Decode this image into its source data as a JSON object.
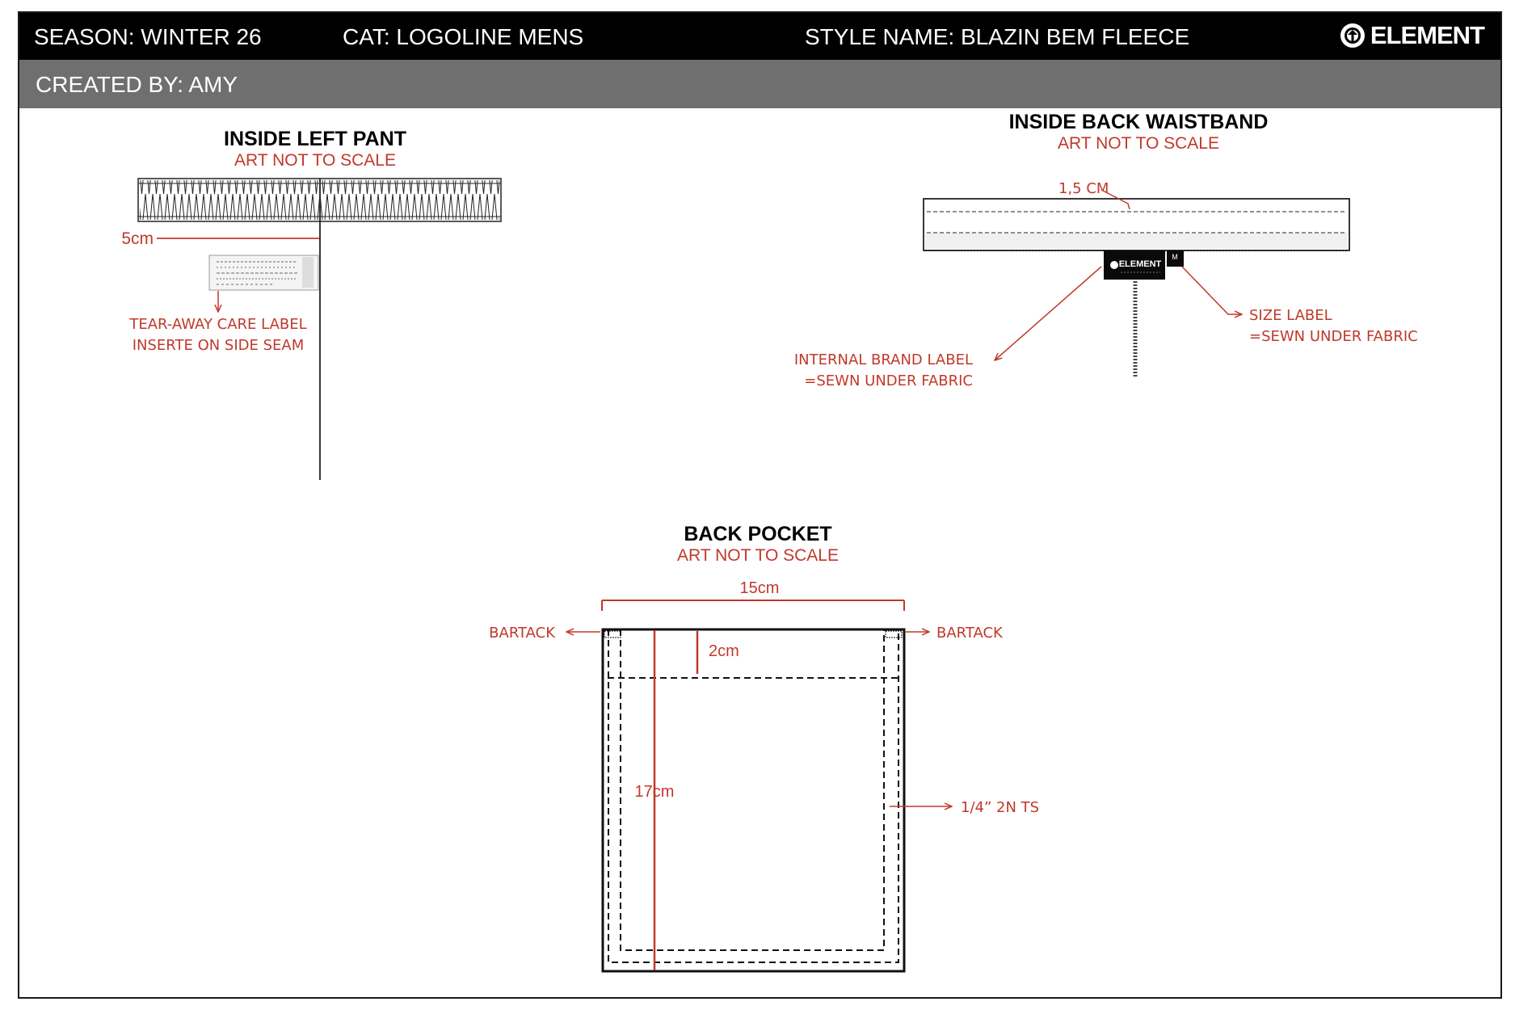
{
  "header": {
    "season": "SEASON: WINTER 26",
    "category": "CAT: LOGOLINE MENS",
    "style_name": "STYLE NAME: BLAZIN BEM FLEECE",
    "brand_logo": "ELEMENT",
    "created_by": "CREATED BY: AMY"
  },
  "inside_left_pant": {
    "title": "INSIDE LEFT PANT",
    "scale_note": "ART NOT TO SCALE",
    "measure": "5cm",
    "label_callout_line1": "TEAR-AWAY CARE LABEL",
    "label_callout_line2": "INSERTE ON SIDE SEAM"
  },
  "inside_back_waistband": {
    "title": "INSIDE BACK WAISTBAND",
    "scale_note": "ART NOT TO SCALE",
    "measure": "1,5 CM",
    "brand_label_text": "ELEMENT",
    "size_label_text": "M",
    "brand_callout_line1": "INTERNAL BRAND LABEL",
    "brand_callout_line2": "=SEWN UNDER FABRIC",
    "size_callout_line1": "SIZE LABEL",
    "size_callout_line2": "=SEWN UNDER FABRIC"
  },
  "back_pocket": {
    "title": "BACK POCKET",
    "scale_note": "ART NOT TO SCALE",
    "width": "15cm",
    "height": "17cm",
    "hem": "2cm",
    "bartack_left": "BARTACK",
    "bartack_right": "BARTACK",
    "stitch": "1/4” 2N TS"
  },
  "colors": {
    "annotation": "#c0392b",
    "header_bg": "#000000",
    "subheader_bg": "#6f6f6f"
  }
}
